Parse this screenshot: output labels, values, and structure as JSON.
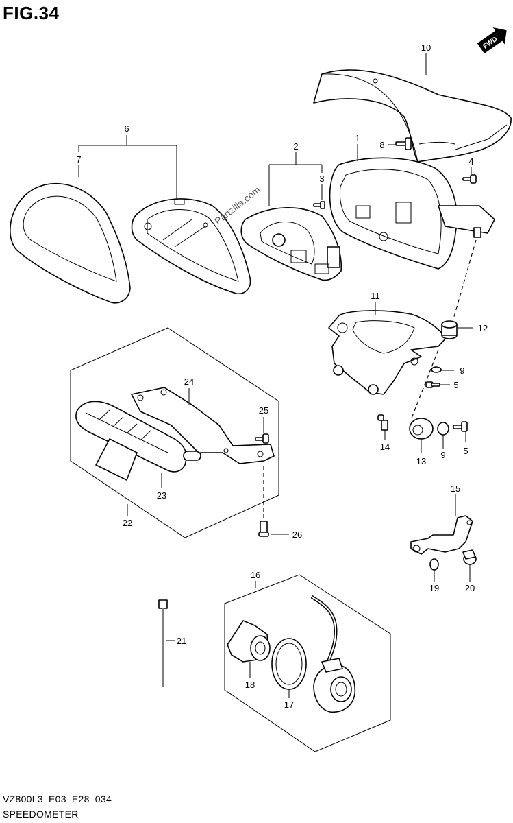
{
  "figure": {
    "title": "FIG.34",
    "direction_badge": "FWD",
    "model_code": "VZ800L3_E03_E28_034",
    "section_name": "SPEEDOMETER",
    "watermark": "Partzilla.com"
  },
  "callouts": [
    {
      "number": "1"
    },
    {
      "number": "2"
    },
    {
      "number": "3"
    },
    {
      "number": "4"
    },
    {
      "number": "5"
    },
    {
      "number": "5"
    },
    {
      "number": "6"
    },
    {
      "number": "7"
    },
    {
      "number": "8"
    },
    {
      "number": "9"
    },
    {
      "number": "9"
    },
    {
      "number": "10"
    },
    {
      "number": "11"
    },
    {
      "number": "12"
    },
    {
      "number": "13"
    },
    {
      "number": "14"
    },
    {
      "number": "15"
    },
    {
      "number": "16"
    },
    {
      "number": "17"
    },
    {
      "number": "18"
    },
    {
      "number": "19"
    },
    {
      "number": "20"
    },
    {
      "number": "21"
    },
    {
      "number": "22"
    },
    {
      "number": "23"
    },
    {
      "number": "24"
    },
    {
      "number": "25"
    },
    {
      "number": "26"
    }
  ]
}
